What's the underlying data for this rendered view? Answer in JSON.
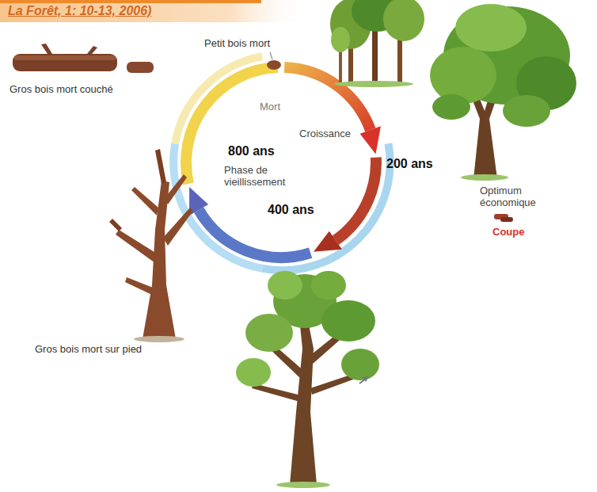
{
  "diagram": {
    "labels": [
      "La Forêt, 1: 10-13, 2006)",
      "Petit bois mort",
      "Gros bois mort couché",
      "Mort",
      "Croissance",
      "800 ans",
      "200 ans",
      "Phase de vieillissement",
      "400 ans",
      "Optimum économique",
      "Coupe",
      "Gros bois mort sur pied"
    ]
  }
}
